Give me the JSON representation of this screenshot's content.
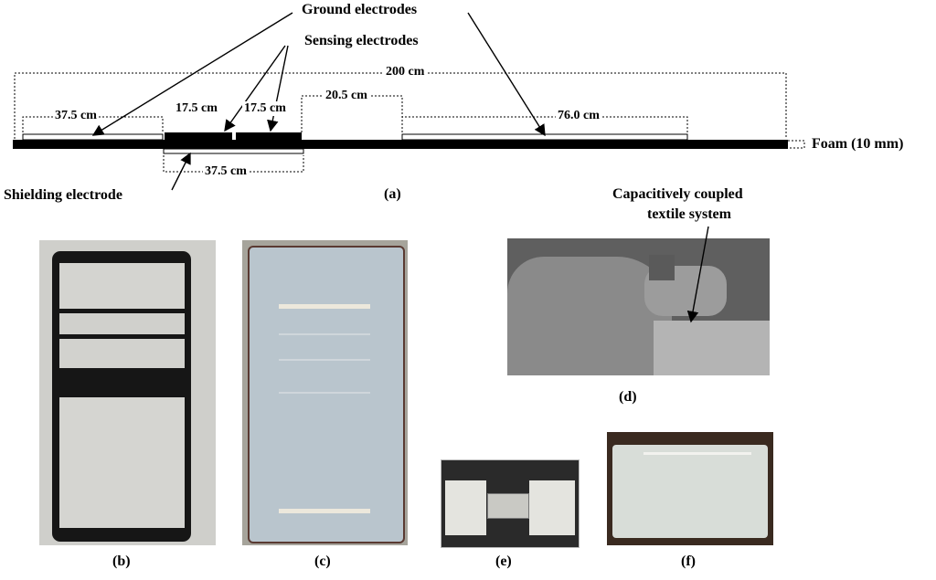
{
  "labels": {
    "ground_electrodes": "Ground electrodes",
    "sensing_electrodes": "Sensing electrodes",
    "shielding_electrode": "Shielding electrode",
    "foam": "Foam (10 mm)",
    "capacitive_line1": "Capacitively coupled",
    "capacitive_line2": "textile system"
  },
  "dimensions": {
    "total": "200 cm",
    "ground_left": "37.5 cm",
    "sensing_1": "17.5 cm",
    "sensing_2": "17.5 cm",
    "gap": "20.5 cm",
    "ground_right": "76.0 cm",
    "shield": "37.5 cm"
  },
  "captions": {
    "a": "(a)",
    "b": "(b)",
    "c": "(c)",
    "d": "(d)",
    "e": "(e)",
    "f": "(f)"
  },
  "colors": {
    "foam_bar": "#000000",
    "mat_b_frame": "#1a1a1a",
    "electrode_fill": "#d2d2ce",
    "mat_c": "#b8c4cc",
    "photo_d": "#6e6e6e",
    "photo_f": "#d9ddd8"
  }
}
